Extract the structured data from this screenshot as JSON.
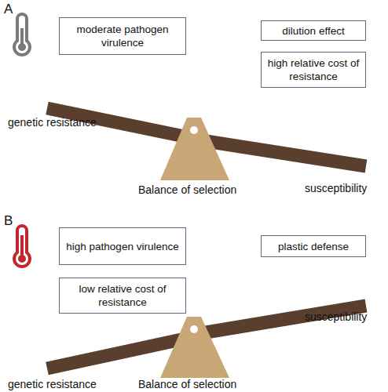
{
  "diagram": {
    "nodes": [
      {
        "text": [
          "moderate pathogen virulence"
        ]
      },
      {
        "text": [
          "dilution effect"
        ]
      },
      {
        "text": [
          "high relative cost of resistance"
        ]
      },
      {
        "text": [
          "high pathogen virulence"
        ]
      },
      {
        "text": [
          "plastic defense"
        ]
      },
      {
        "text": [
          "low relative cost of resistance"
        ]
      }
    ],
    "labels": [
      "A",
      "genetic resistance",
      "Balance of selection",
      "susceptibility",
      "B",
      "genetic resistance",
      "Balance of selection",
      "susceptibility"
    ]
  }
}
